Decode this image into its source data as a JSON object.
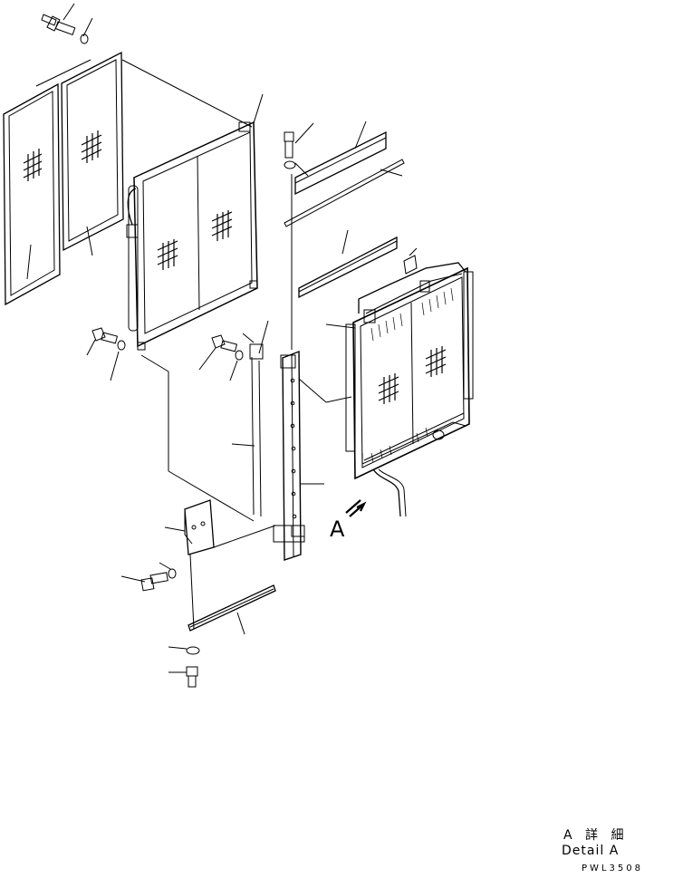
{
  "diagram": {
    "view_marker": "A",
    "detail_label_jp": "A 詳 細",
    "detail_label_en": "Detail A",
    "drawing_code": "PWL3508"
  },
  "colors": {
    "line": "#000000",
    "background": "#ffffff"
  }
}
